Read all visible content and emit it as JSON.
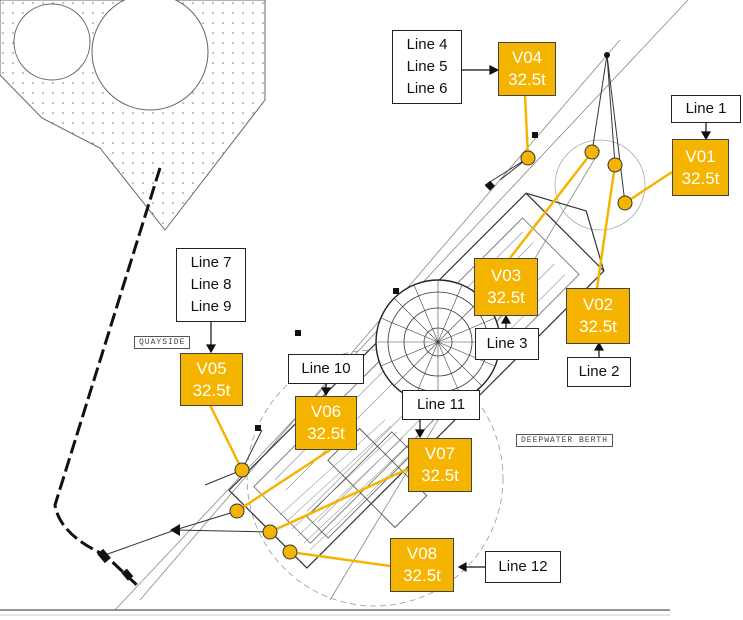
{
  "accent_color": "#f5b400",
  "line_color": "#f5b400",
  "cad_labels": {
    "quayside": "QUAYSIDE",
    "deepwater": "DEEPWATER BERTH"
  },
  "line_labels": [
    {
      "id": "line-4-5-6",
      "lines": [
        "Line 4",
        "Line 5",
        "Line 6"
      ]
    },
    {
      "id": "line-1",
      "lines": [
        "Line 1"
      ]
    },
    {
      "id": "line-7-8-9",
      "lines": [
        "Line 7",
        "Line 8",
        "Line 9"
      ]
    },
    {
      "id": "line-3",
      "lines": [
        "Line 3"
      ]
    },
    {
      "id": "line-2",
      "lines": [
        "Line 2"
      ]
    },
    {
      "id": "line-10",
      "lines": [
        "Line 10"
      ]
    },
    {
      "id": "line-11",
      "lines": [
        "Line 11"
      ]
    },
    {
      "id": "line-12",
      "lines": [
        "Line 12"
      ]
    }
  ],
  "vessels": [
    {
      "id": "V04",
      "name": "V04",
      "load": "32.5t"
    },
    {
      "id": "V01",
      "name": "V01",
      "load": "32.5t"
    },
    {
      "id": "V03",
      "name": "V03",
      "load": "32.5t"
    },
    {
      "id": "V02",
      "name": "V02",
      "load": "32.5t"
    },
    {
      "id": "V05",
      "name": "V05",
      "load": "32.5t"
    },
    {
      "id": "V06",
      "name": "V06",
      "load": "32.5t"
    },
    {
      "id": "V07",
      "name": "V07",
      "load": "32.5t"
    },
    {
      "id": "V08",
      "name": "V08",
      "load": "32.5t"
    }
  ]
}
